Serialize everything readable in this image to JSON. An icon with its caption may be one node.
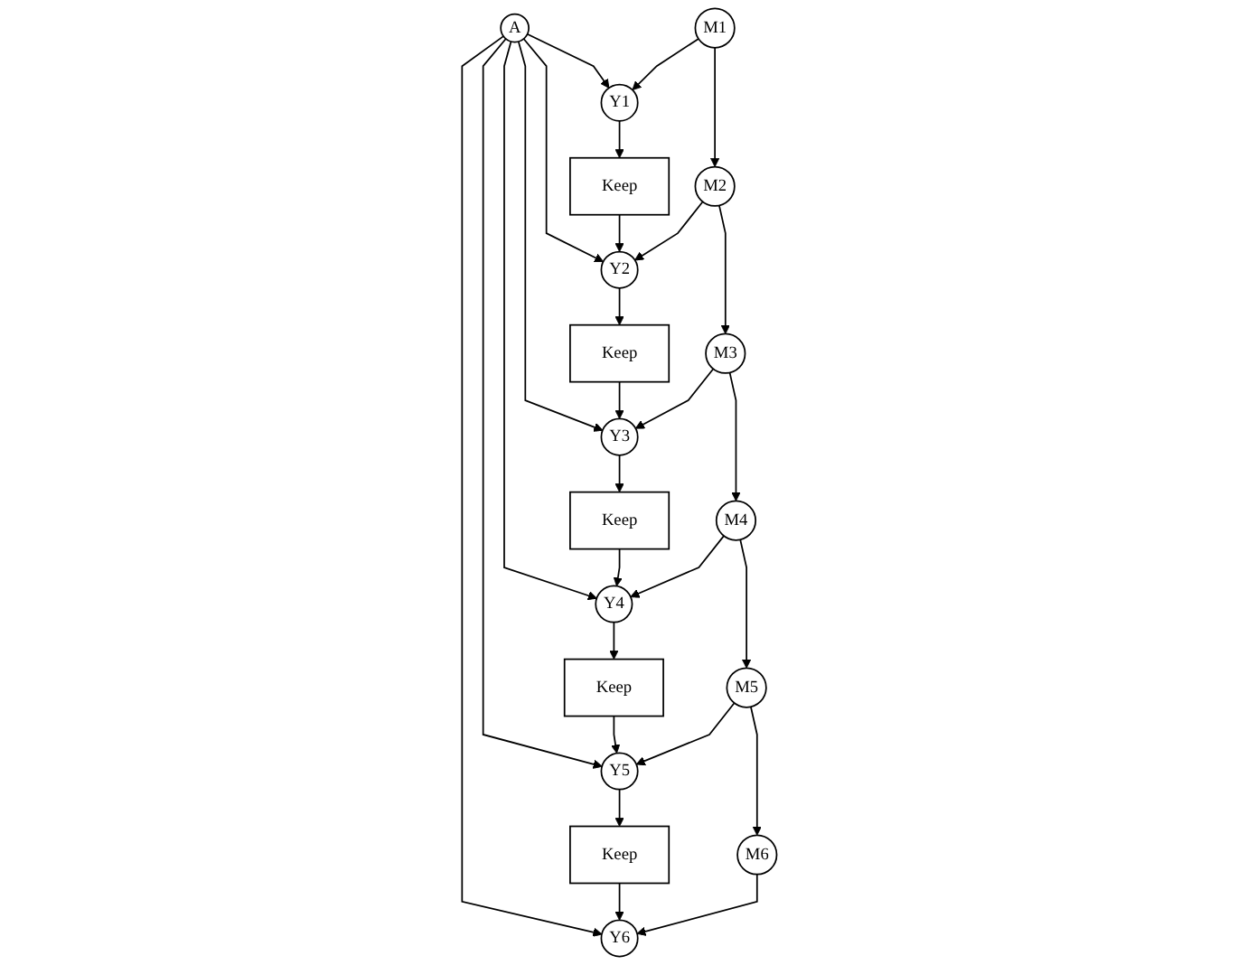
{
  "diagram": {
    "nodes": [
      {
        "text": [
          "A"
        ]
      },
      {
        "text": [
          "Y1"
        ]
      },
      {
        "text": [
          "Y2"
        ]
      },
      {
        "text": [
          "Y3"
        ]
      },
      {
        "text": [
          "Y4"
        ]
      },
      {
        "text": [
          "Y5"
        ]
      },
      {
        "text": [
          "Y6"
        ]
      },
      {
        "text": [
          "Keep"
        ]
      },
      {
        "text": [
          "Keep"
        ]
      },
      {
        "text": [
          "Keep"
        ]
      },
      {
        "text": [
          "Keep"
        ]
      },
      {
        "text": [
          "Keep"
        ]
      },
      {
        "text": [
          "M1"
        ]
      },
      {
        "text": [
          "M2"
        ]
      },
      {
        "text": [
          "M3"
        ]
      },
      {
        "text": [
          "M4"
        ]
      },
      {
        "text": [
          "M5"
        ]
      },
      {
        "text": [
          "M6"
        ]
      }
    ],
    "edges": [
      {
        "from": 0,
        "to": 1,
        "arrow": "to"
      },
      {
        "from": 0,
        "to": 2,
        "arrow": "to"
      },
      {
        "from": 0,
        "to": 3,
        "arrow": "to"
      },
      {
        "from": 0,
        "to": 4,
        "arrow": "to"
      },
      {
        "from": 0,
        "to": 5,
        "arrow": "to"
      },
      {
        "from": 0,
        "to": 6,
        "arrow": "to"
      },
      {
        "from": 1,
        "to": 7,
        "arrow": "to"
      },
      {
        "from": 7,
        "to": 2,
        "arrow": "to"
      },
      {
        "from": 2,
        "to": 8,
        "arrow": "to"
      },
      {
        "from": 8,
        "to": 3,
        "arrow": "to"
      },
      {
        "from": 3,
        "to": 9,
        "arrow": "to"
      },
      {
        "from": 9,
        "to": 4,
        "arrow": "to"
      },
      {
        "from": 4,
        "to": 10,
        "arrow": "to"
      },
      {
        "from": 10,
        "to": 5,
        "arrow": "to"
      },
      {
        "from": 5,
        "to": 11,
        "arrow": "to"
      },
      {
        "from": 11,
        "to": 6,
        "arrow": "to"
      },
      {
        "from": 12,
        "to": 1,
        "arrow": "to"
      },
      {
        "from": 13,
        "to": 2,
        "arrow": "to"
      },
      {
        "from": 14,
        "to": 3,
        "arrow": "to"
      },
      {
        "from": 15,
        "to": 4,
        "arrow": "to"
      },
      {
        "from": 16,
        "to": 5,
        "arrow": "to"
      },
      {
        "from": 17,
        "to": 6,
        "arrow": "to"
      },
      {
        "from": 12,
        "to": 13,
        "arrow": "to"
      },
      {
        "from": 13,
        "to": 14,
        "arrow": "to"
      },
      {
        "from": 14,
        "to": 15,
        "arrow": "to"
      },
      {
        "from": 15,
        "to": 16,
        "arrow": "to"
      },
      {
        "from": 16,
        "to": 17,
        "arrow": "to"
      }
    ]
  }
}
